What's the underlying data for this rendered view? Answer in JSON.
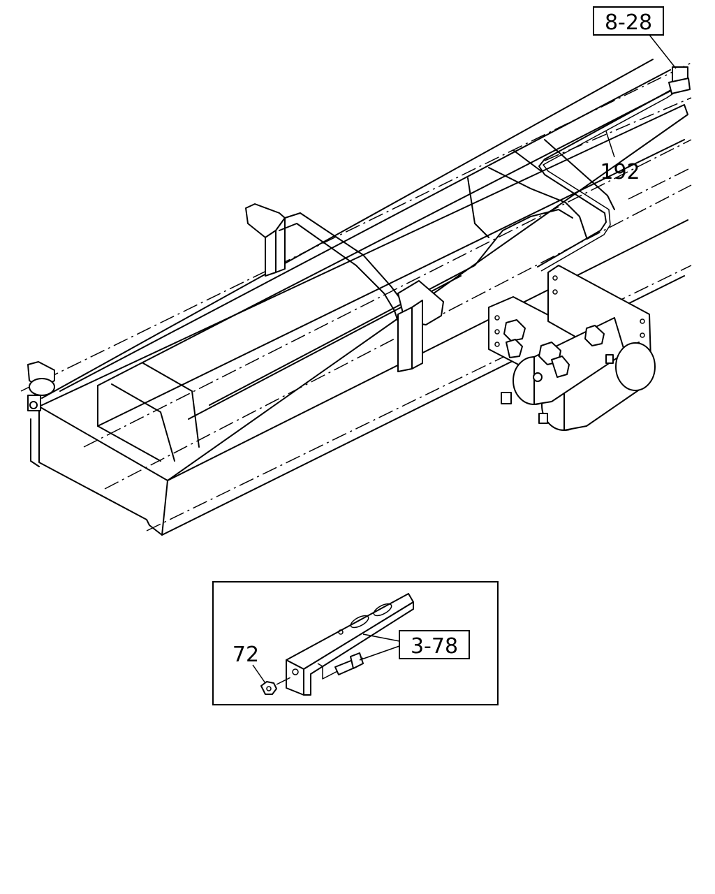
{
  "callouts": {
    "ref_8_28": "8-28",
    "part_192": "192",
    "ref_3_78": "3-78",
    "part_72": "72"
  }
}
